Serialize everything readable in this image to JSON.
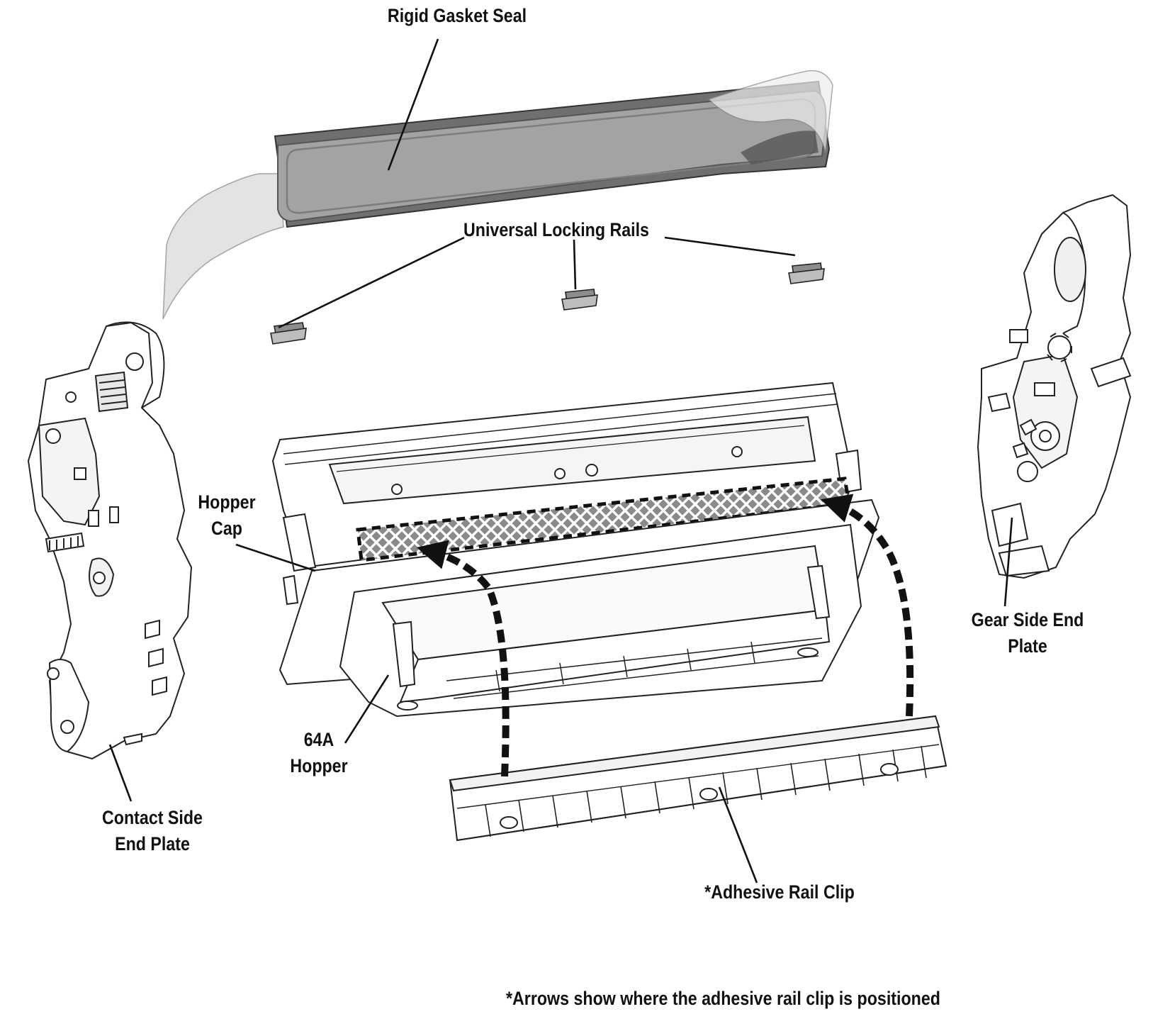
{
  "labels": {
    "rigid_gasket_seal": "Rigid Gasket Seal",
    "universal_locking_rails": "Universal Locking Rails",
    "hopper_cap_line1": "Hopper",
    "hopper_cap_line2": "Cap",
    "gear_side_line1": "Gear Side End",
    "gear_side_line2": "Plate",
    "hopper_64a_line1": "64A",
    "hopper_64a_line2": "Hopper",
    "contact_side_line1": "Contact Side",
    "contact_side_line2": "End Plate",
    "adhesive_rail_clip": "*Adhesive Rail Clip"
  },
  "note": "*Arrows show where the adhesive rail clip is positioned",
  "colors": {
    "ink": "#111111",
    "gasket_fill": "#9c9c9c",
    "gasket_dark": "#6d6d6d",
    "film": "#d9d9d9",
    "strip_fill": "#a9a9a9",
    "part_fill": "#ffffff"
  }
}
